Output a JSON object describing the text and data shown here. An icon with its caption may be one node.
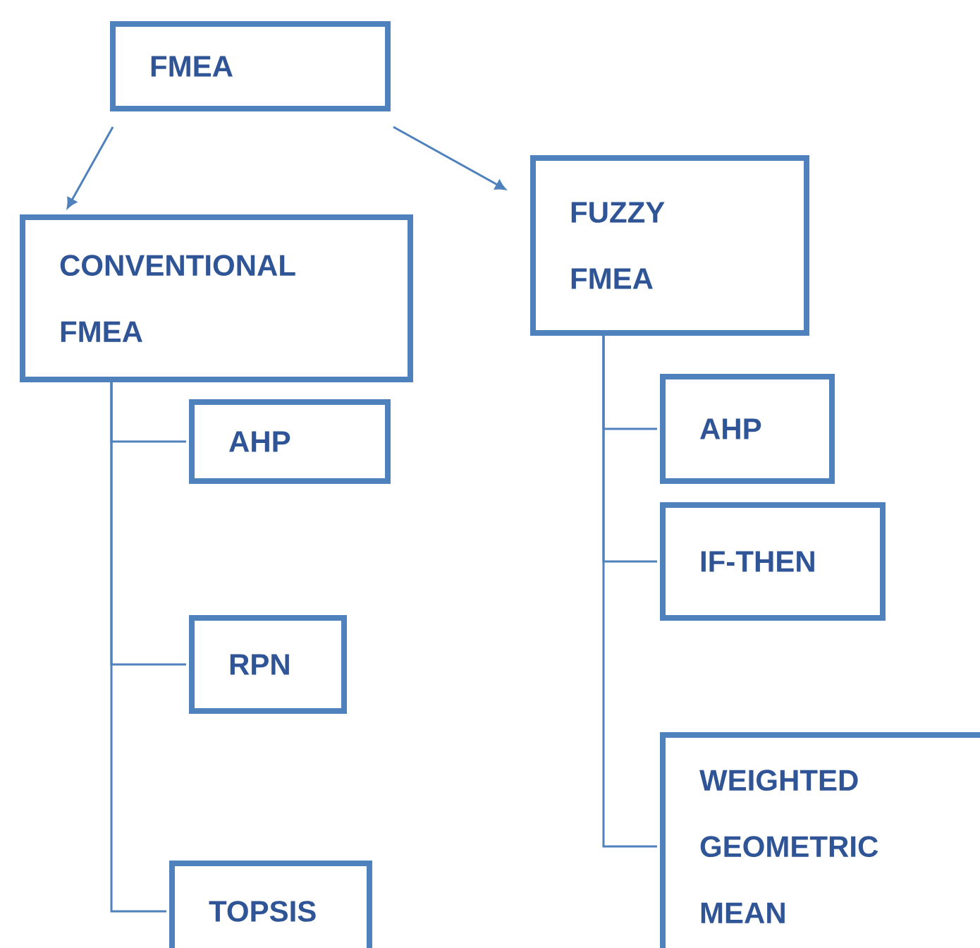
{
  "diagram": {
    "nodes": [
      {
        "text": [
          "FMEA"
        ]
      },
      {
        "text": [
          "CONVENTIONAL FMEA"
        ]
      },
      {
        "text": [
          "FUZZY FMEA"
        ]
      },
      {
        "text": [
          "AHP"
        ]
      },
      {
        "text": [
          "RPN"
        ]
      },
      {
        "text": [
          "TOPSIS"
        ]
      },
      {
        "text": [
          "AHP"
        ]
      },
      {
        "text": [
          "IF-THEN"
        ]
      },
      {
        "text": [
          "WEIGHTED GEOMETRIC MEAN"
        ]
      }
    ],
    "edges": [
      {
        "from": 0,
        "to": 1,
        "arrow": "to"
      },
      {
        "from": 0,
        "to": 2,
        "arrow": "to"
      },
      {
        "from": 1,
        "to": 3,
        "arrow": "none"
      },
      {
        "from": 1,
        "to": 4,
        "arrow": "none"
      },
      {
        "from": 1,
        "to": 5,
        "arrow": "none"
      },
      {
        "from": 2,
        "to": 6,
        "arrow": "none"
      },
      {
        "from": 2,
        "to": 7,
        "arrow": "none"
      },
      {
        "from": 2,
        "to": 8,
        "arrow": "none"
      }
    ]
  }
}
